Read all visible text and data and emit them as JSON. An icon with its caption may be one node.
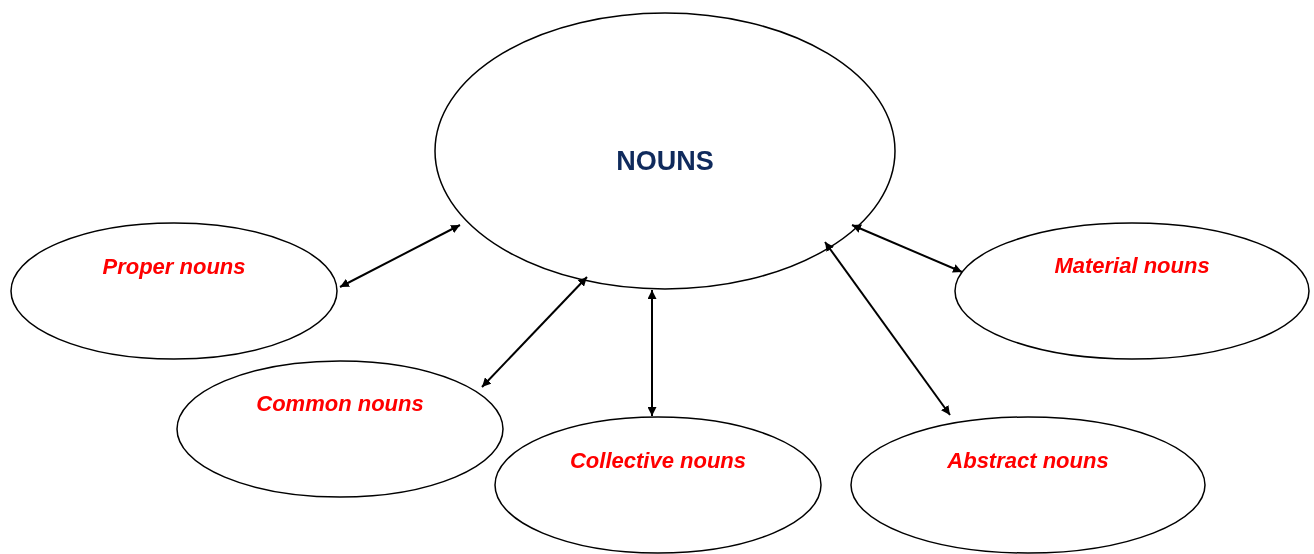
{
  "diagram": {
    "nodes": [
      {
        "text": [
          "NOUNS"
        ]
      },
      {
        "text": [
          "Proper nouns"
        ]
      },
      {
        "text": [
          "Common nouns"
        ]
      },
      {
        "text": [
          "Collective nouns"
        ]
      },
      {
        "text": [
          "Abstract nouns"
        ]
      },
      {
        "text": [
          "Material nouns"
        ]
      }
    ],
    "edges": [
      {
        "from": 0,
        "to": 1,
        "arrow": "both"
      },
      {
        "from": 0,
        "to": 2,
        "arrow": "both"
      },
      {
        "from": 0,
        "to": 3,
        "arrow": "both"
      },
      {
        "from": 0,
        "to": 4,
        "arrow": "both"
      },
      {
        "from": 0,
        "to": 5,
        "arrow": "both"
      }
    ]
  }
}
